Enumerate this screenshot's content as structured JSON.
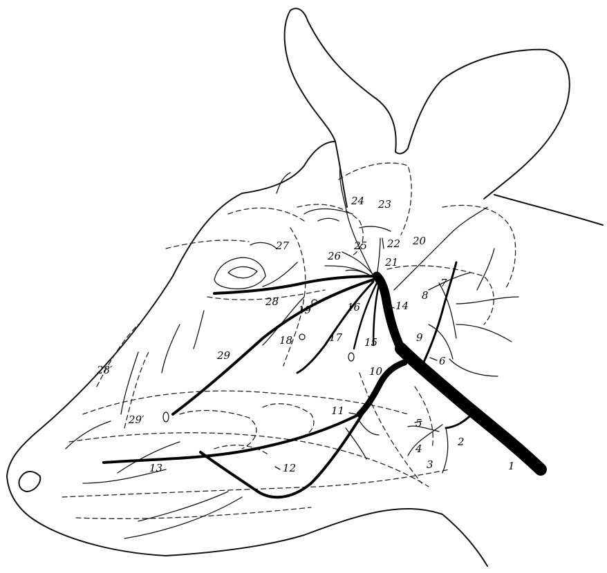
{
  "labels": {
    "l1": "1",
    "l2": "2",
    "l3": "3",
    "l4": "4",
    "l5": "5",
    "l6": "6",
    "l7": "7",
    "l8": "8",
    "l9": "9",
    "l10": "10",
    "l11": "11",
    "l12": "12",
    "l13": "13",
    "l14": "14",
    "l15": "15",
    "l16": "16",
    "l17": "17",
    "l18": "18",
    "l19": "19",
    "l20": "20",
    "l21": "21",
    "l22": "22",
    "l23": "23",
    "l24": "24",
    "l25": "25",
    "l26": "26",
    "l27": "27",
    "l28": "28",
    "l28p": "28′",
    "l29": "29",
    "l29p": "29′"
  }
}
